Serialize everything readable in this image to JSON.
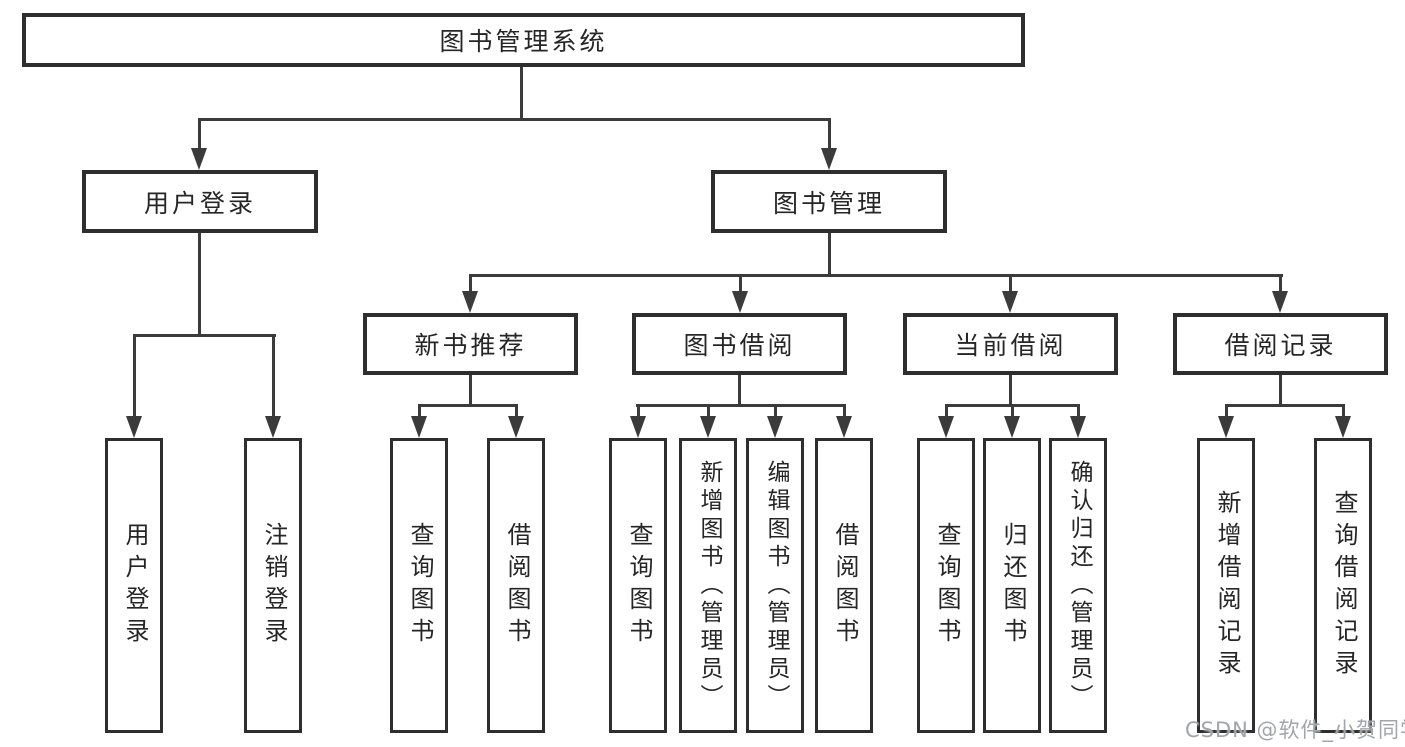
{
  "nodes": {
    "root": "图书管理系统",
    "user_login": "用户登录",
    "book_management": "图书管理",
    "new_book_recommend": "新书推荐",
    "book_borrow": "图书借阅",
    "current_borrow": "当前借阅",
    "borrow_records": "借阅记录",
    "leaf_user_login": "用户登录",
    "leaf_logout": "注销登录",
    "leaf_query_books_recommend": "查询图书",
    "leaf_borrow_books_recommend": "借阅图书",
    "leaf_query_books_borrow": "查询图书",
    "leaf_add_book_admin": "新增图书（管理员）",
    "leaf_edit_book_admin": "编辑图书（管理员）",
    "leaf_borrow_books_borrow": "借阅图书",
    "leaf_query_books_current": "查询图书",
    "leaf_return_book": "归还图书",
    "leaf_confirm_return_admin": "确认归还（管理员）",
    "leaf_add_borrow_record": "新增借阅记录",
    "leaf_query_borrow_record": "查询借阅记录"
  },
  "watermark": "CSDN @软件_小贺同学",
  "colors": {
    "line": "#3b3b3b",
    "box_border": "#2e2e2e",
    "text": "#262626",
    "background": "#ffffff",
    "watermark": "#a2a6ab"
  }
}
